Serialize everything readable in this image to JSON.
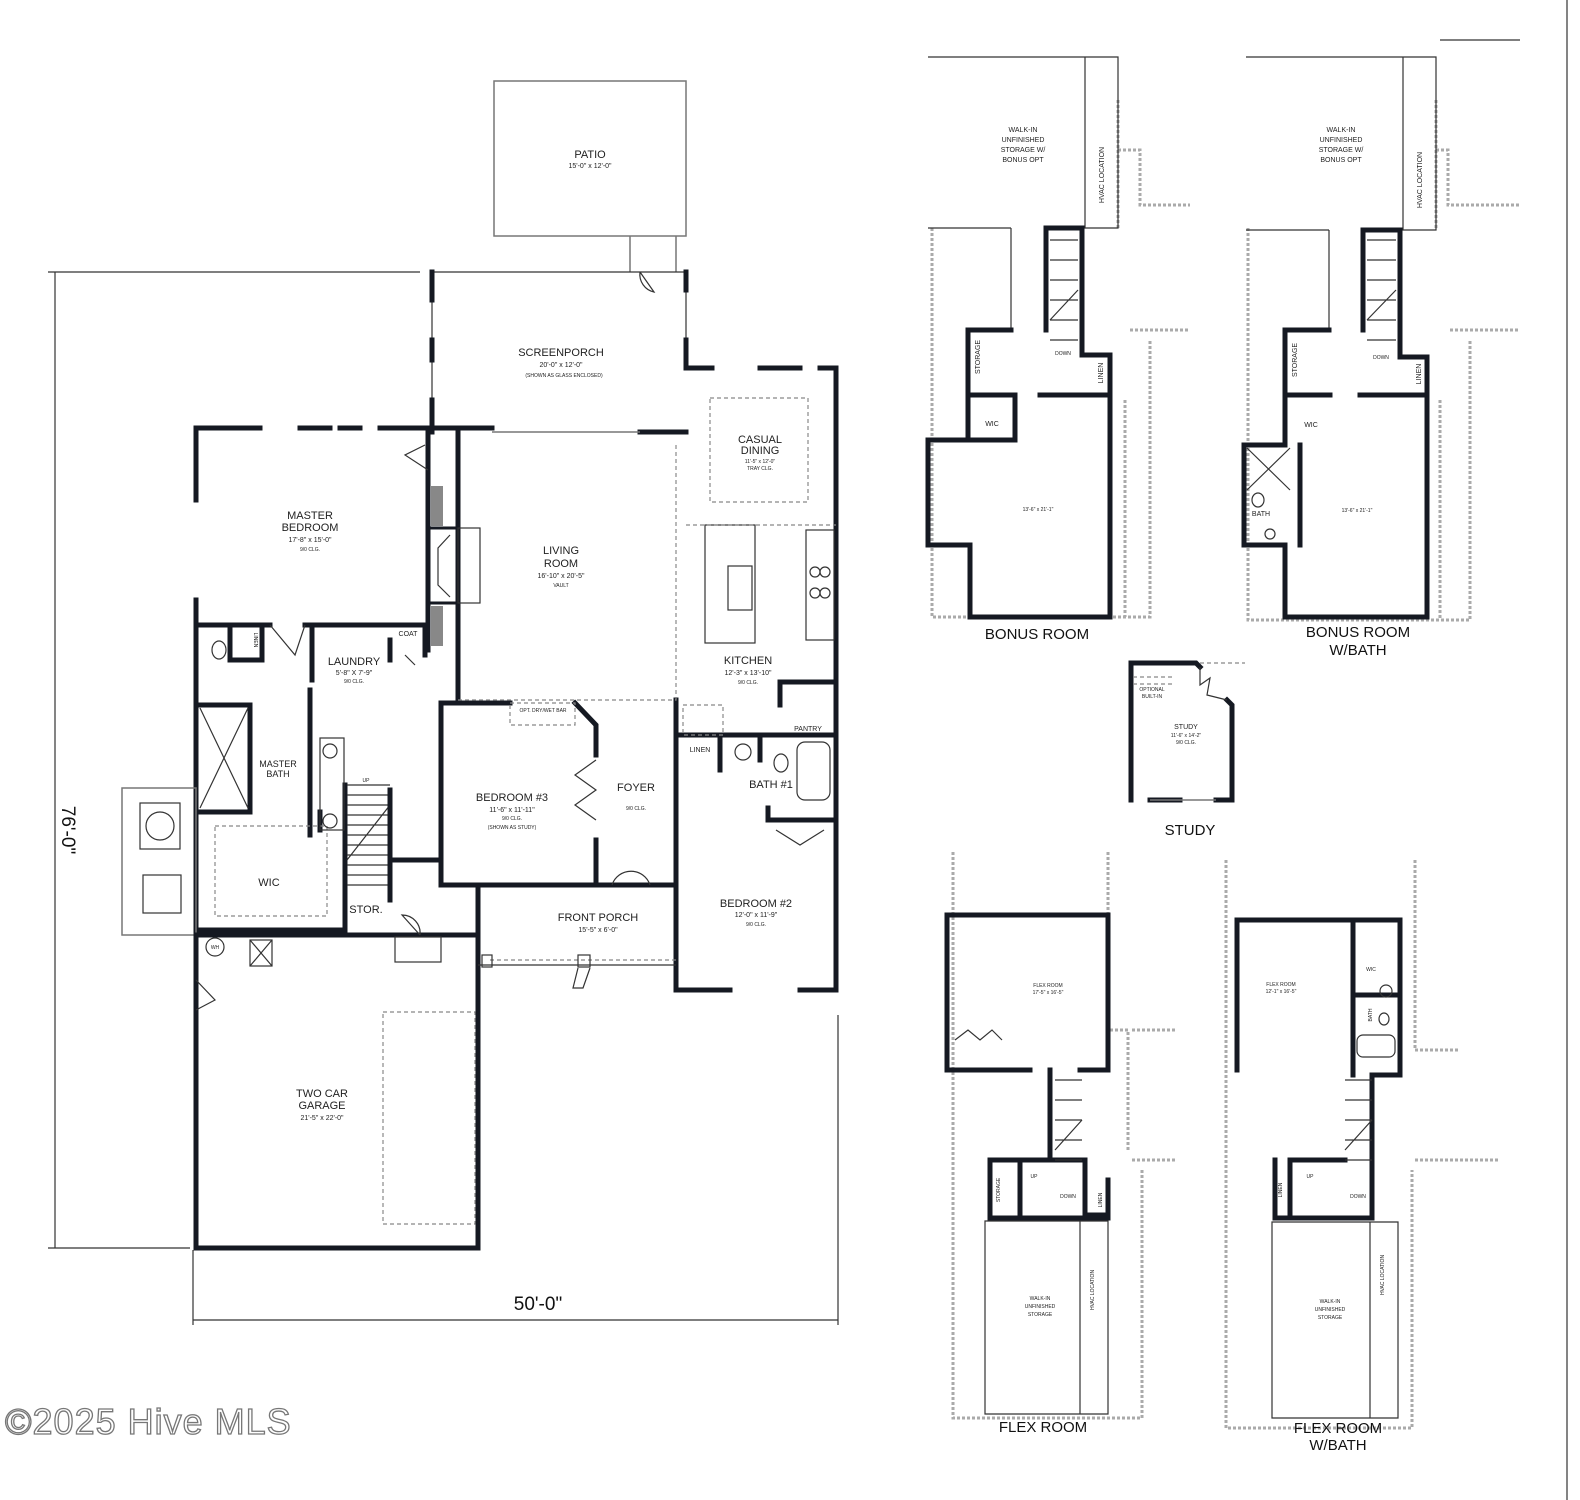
{
  "main_plan": {
    "dimension_depth": "76'-0\"",
    "dimension_width": "50'-0\"",
    "rooms": {
      "patio": {
        "name": "PATIO",
        "dims": "15'-0\" x 12'-0\""
      },
      "screenporch": {
        "name": "SCREENPORCH",
        "dims": "20'-0\" x 12'-0\"",
        "note": "(SHOWN AS GLASS ENCLOSED)"
      },
      "casual_dining": {
        "name1": "CASUAL",
        "name2": "DINING",
        "dims": "11'-5\" x 12'-0\"",
        "note": "TRAY CLG."
      },
      "master_bedroom": {
        "name1": "MASTER",
        "name2": "BEDROOM",
        "dims": "17'-8\" x 15'-0\"",
        "note": "9/0 CLG."
      },
      "living_room": {
        "name1": "LIVING",
        "name2": "ROOM",
        "dims": "16'-10\" x 20'-5\"",
        "note": "VAULT"
      },
      "kitchen": {
        "name": "KITCHEN",
        "dims": "12'-3\" x 13'-10\"",
        "note": "9/0 CLG."
      },
      "laundry": {
        "name": "LAUNDRY",
        "dims": "5'-8\" X 7'-9\"",
        "note": "9/0 CLG."
      },
      "master_bath": {
        "name1": "MASTER",
        "name2": "BATH"
      },
      "bedroom3": {
        "name": "BEDROOM #3",
        "dims": "11'-6\" x 11'-11\"",
        "note": "9/0 CLG.",
        "note2": "(SHOWN AS STUDY)"
      },
      "foyer": {
        "name": "FOYER",
        "note": "9/0 CLG."
      },
      "bath1": {
        "name": "BATH #1"
      },
      "bedroom2": {
        "name": "BEDROOM #2",
        "dims": "12'-0\" x 11'-9\"",
        "note": "9/0 CLG."
      },
      "wic": {
        "name": "WIC"
      },
      "stor": {
        "name": "STOR."
      },
      "front_porch": {
        "name": "FRONT PORCH",
        "dims": "15'-5\" x 6'-0\""
      },
      "garage": {
        "name1": "TWO CAR",
        "name2": "GARAGE",
        "dims": "21'-5\" x 22'-0\""
      }
    },
    "small_labels": {
      "coat": "COAT",
      "linen_master": "LINEN",
      "linen_bath": "LINEN",
      "pantry": "PANTRY",
      "bar": "OPT. DRY/WET BAR",
      "up": "UP",
      "wh": "WH"
    }
  },
  "alternates": {
    "bonus_room": {
      "caption": "BONUS ROOM",
      "storage": [
        "WALK-IN",
        "UNFINISHED",
        "STORAGE W/",
        "BONUS OPT"
      ],
      "hvac": "HVAC LOCATION",
      "storage_label": "STORAGE",
      "linen": "LINEN",
      "wic": "WIC",
      "dims": "13'-6\" x 21'-1\"",
      "down": "DOWN"
    },
    "bonus_room_bath": {
      "caption1": "BONUS ROOM",
      "caption2": "W/BATH",
      "storage": [
        "WALK-IN",
        "UNFINISHED",
        "STORAGE W/",
        "BONUS OPT"
      ],
      "hvac": "HVAC LOCATION",
      "storage_label": "STORAGE",
      "linen": "LINEN",
      "wic": "WIC",
      "bath": "BATH",
      "dims": "13'-6\" x 21'-1\"",
      "down": "DOWN"
    },
    "study": {
      "caption": "STUDY",
      "name": "STUDY",
      "dims": "11'-6\" x 14'-2\"",
      "note": "9/0 CLG.",
      "builtin": [
        "OPTIONAL",
        "BUILT-IN"
      ]
    },
    "flex_room": {
      "caption": "FLEX ROOM",
      "name": "FLEX ROOM",
      "dims": "17'-5\" x 16'-5\"",
      "storage": [
        "WALK-IN",
        "UNFINISHED",
        "STORAGE"
      ],
      "hvac": "HVAC LOCATION",
      "storage_label": "STORAGE",
      "linen": "LINEN",
      "up": "UP",
      "down": "DOWN"
    },
    "flex_room_bath": {
      "caption1": "FLEX ROOM",
      "caption2": "W/BATH",
      "name": "FLEX ROOM",
      "dims": "12'-1\" x 16'-5\"",
      "storage": [
        "WALK-IN",
        "UNFINISHED",
        "STORAGE"
      ],
      "hvac": "HVAC LOCATION",
      "linen": "LINEN",
      "wic": "WIC",
      "bath": "BATH",
      "up": "UP",
      "down": "DOWN"
    }
  },
  "watermark": "©2025 Hive MLS",
  "colors": {
    "wall": "#151922",
    "background": "#ffffff",
    "watermark_outline": "#777777"
  }
}
